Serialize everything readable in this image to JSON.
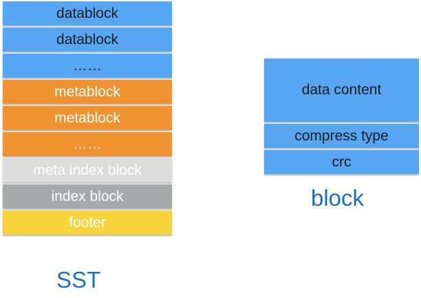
{
  "sst": {
    "caption": "SST",
    "layers": [
      {
        "label": "datablock",
        "color": "#56a6f4",
        "text_color": "#1b1b1b"
      },
      {
        "label": "datablock",
        "color": "#56a6f4",
        "text_color": "#1b1b1b"
      },
      {
        "label": "……",
        "color": "#56a6f4",
        "text_color": "#1b1b1b"
      },
      {
        "label": "metablock",
        "color": "#f0922f",
        "text_color": "#ffffff"
      },
      {
        "label": "metablock",
        "color": "#f0922f",
        "text_color": "#ffffff"
      },
      {
        "label": "……",
        "color": "#f0922f",
        "text_color": "#ffffff"
      },
      {
        "label": "meta index block",
        "color": "#dcdcdc",
        "text_color": "#ffffff"
      },
      {
        "label": "index block",
        "color": "#a8a9aa",
        "text_color": "#ffffff"
      },
      {
        "label": "footer",
        "color": "#f7d33c",
        "text_color": "#ffffff"
      }
    ]
  },
  "block": {
    "caption": "block",
    "layers": [
      {
        "label": "data content",
        "color": "#56a6f4",
        "text_color": "#1b1b1b"
      },
      {
        "label": "compress type",
        "color": "#56a6f4",
        "text_color": "#1b1b1b"
      },
      {
        "label": "crc",
        "color": "#56a6f4",
        "text_color": "#1b1b1b"
      }
    ]
  }
}
